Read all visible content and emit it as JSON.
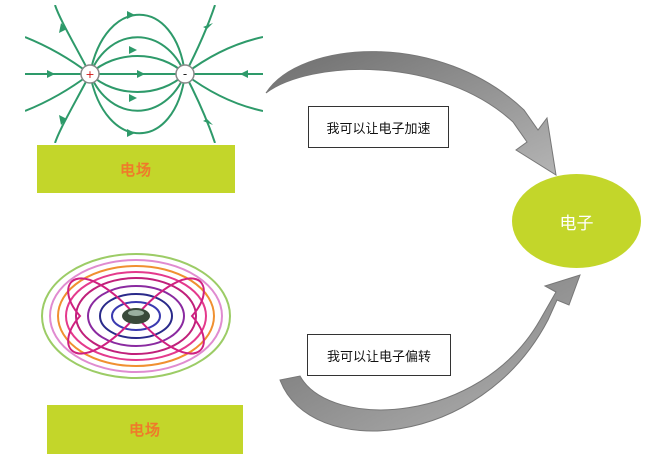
{
  "top_field": {
    "positive_sign": "+",
    "negative_sign": "-",
    "label": "电场"
  },
  "bottom_field": {
    "label": "电场"
  },
  "notes": {
    "accelerate": "我可以让电子加速",
    "deflect": "我可以让电子偏转"
  },
  "target": {
    "label": "电子"
  },
  "colors": {
    "label_bar": "#c3d62a",
    "label_text": "#ef7a2a",
    "field_lines": "#2e9a6a",
    "arrow": "#8c8c8c",
    "electron": "#c3d62a"
  }
}
